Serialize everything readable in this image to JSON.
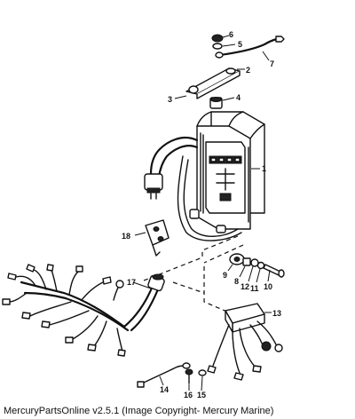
{
  "footer": {
    "text": "MercuryPartsOnline v2.5.1 (Image Copyright- Mercury Marine)"
  },
  "callouts": {
    "c1": "1",
    "c2": "2",
    "c3": "3",
    "c4": "4",
    "c5": "5",
    "c6": "6",
    "c7": "7",
    "c8": "8",
    "c9": "9",
    "c10": "10",
    "c11": "11",
    "c12": "12",
    "c13": "13",
    "c14": "14",
    "c15": "15",
    "c16": "16",
    "c17": "17",
    "c18": "18"
  },
  "colors": {
    "ink": "#111111",
    "background": "#ffffff"
  }
}
